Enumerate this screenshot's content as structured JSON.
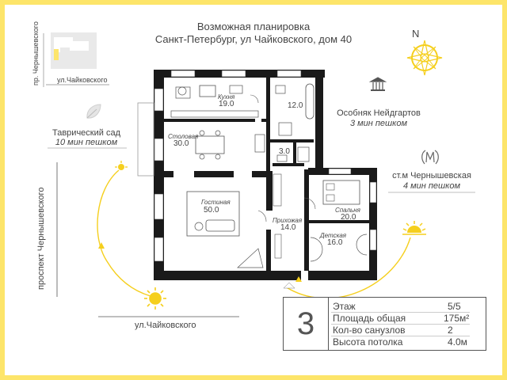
{
  "title": {
    "line1": "Возможная планировка",
    "line2": "Санкт-Петербург, ул Чайковского, дом 40"
  },
  "compass": {
    "label": "N"
  },
  "map": {
    "vertical_street": "пр. Чернышевского",
    "horizontal_street": "ул.Чайковского"
  },
  "landmarks": {
    "garden": {
      "name": "Таврический сад",
      "walk": "10 мин пешком"
    },
    "mansion": {
      "name": "Особняк Нейдгартов",
      "walk": "3 мин пешком"
    },
    "metro": {
      "name": "ст.м Чернышевская",
      "walk": "4 мин пешком"
    }
  },
  "streets": {
    "left": "проспект Чернышевского",
    "bottom": "ул.Чайковского"
  },
  "rooms": {
    "kitchen": {
      "name": "Кухня",
      "area": "19.0"
    },
    "bath1": {
      "area": "12.0"
    },
    "dining": {
      "name": "Столовая",
      "area": "30.0"
    },
    "bath2": {
      "area": "3.0"
    },
    "living": {
      "name": "Гостиная",
      "area": "50.0"
    },
    "hall": {
      "name": "Прихожая",
      "area": "14.0"
    },
    "bedroom": {
      "name": "Спальня",
      "area": "20.0"
    },
    "kids": {
      "name": "Детская",
      "area": "16.0"
    }
  },
  "info": {
    "rooms_count": "3",
    "floor_label": "Этаж",
    "floor_value": "5/5",
    "area_label": "Площадь общая",
    "area_value": "175м²",
    "bathrooms_label": "Кол-во санузлов",
    "bathrooms_value": "2",
    "ceiling_label": "Высота потолка",
    "ceiling_value": "4.0м"
  },
  "colors": {
    "accent": "#fde56a",
    "sun": "#f5cf1e",
    "wall": "#1a1a1a"
  }
}
